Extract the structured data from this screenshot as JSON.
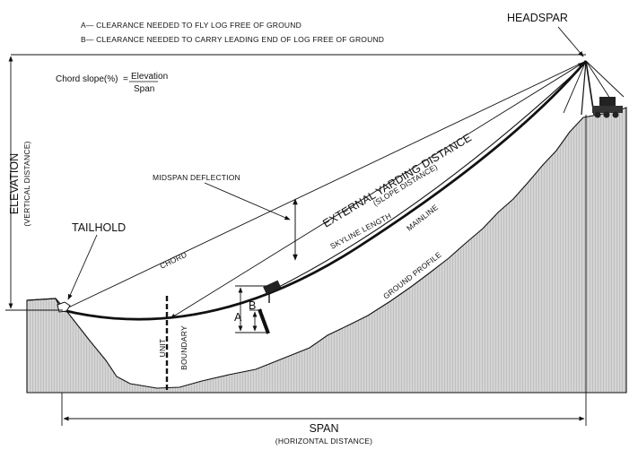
{
  "legend": {
    "a": "A— CLEARANCE NEEDED TO FLY LOG FREE OF GROUND",
    "b": "B— CLEARANCE NEEDED TO CARRY LEADING END OF LOG FREE OF GROUND"
  },
  "formula": {
    "lhs": "Chord slope(%)",
    "eq": "=",
    "numerator": "Elevation",
    "denominator": "Span"
  },
  "labels": {
    "headspar": "HEADSPAR",
    "tailhold": "TAILHOLD",
    "elevation": "ELEVATION",
    "elevation_sub": "(VERTICAL DISTANCE)",
    "midspan": "MIDSPAN DEFLECTION",
    "external": "EXTERNAL YARDING DISTANCE",
    "external_sub": "(SLOPE DISTANCE)",
    "skyline": "SKYLINE LENGTH",
    "mainline": "MAINLINE",
    "chord": "CHORD",
    "ground": "GROUND PROFILE",
    "unit": "UNIT",
    "boundary": "BOUNDARY",
    "a": "A",
    "b": "B",
    "span": "SPAN",
    "span_sub": "(HORIZONTAL DISTANCE)"
  },
  "colors": {
    "ink": "#111111",
    "ground_fill": "#d4d4d4",
    "background": "#ffffff"
  }
}
